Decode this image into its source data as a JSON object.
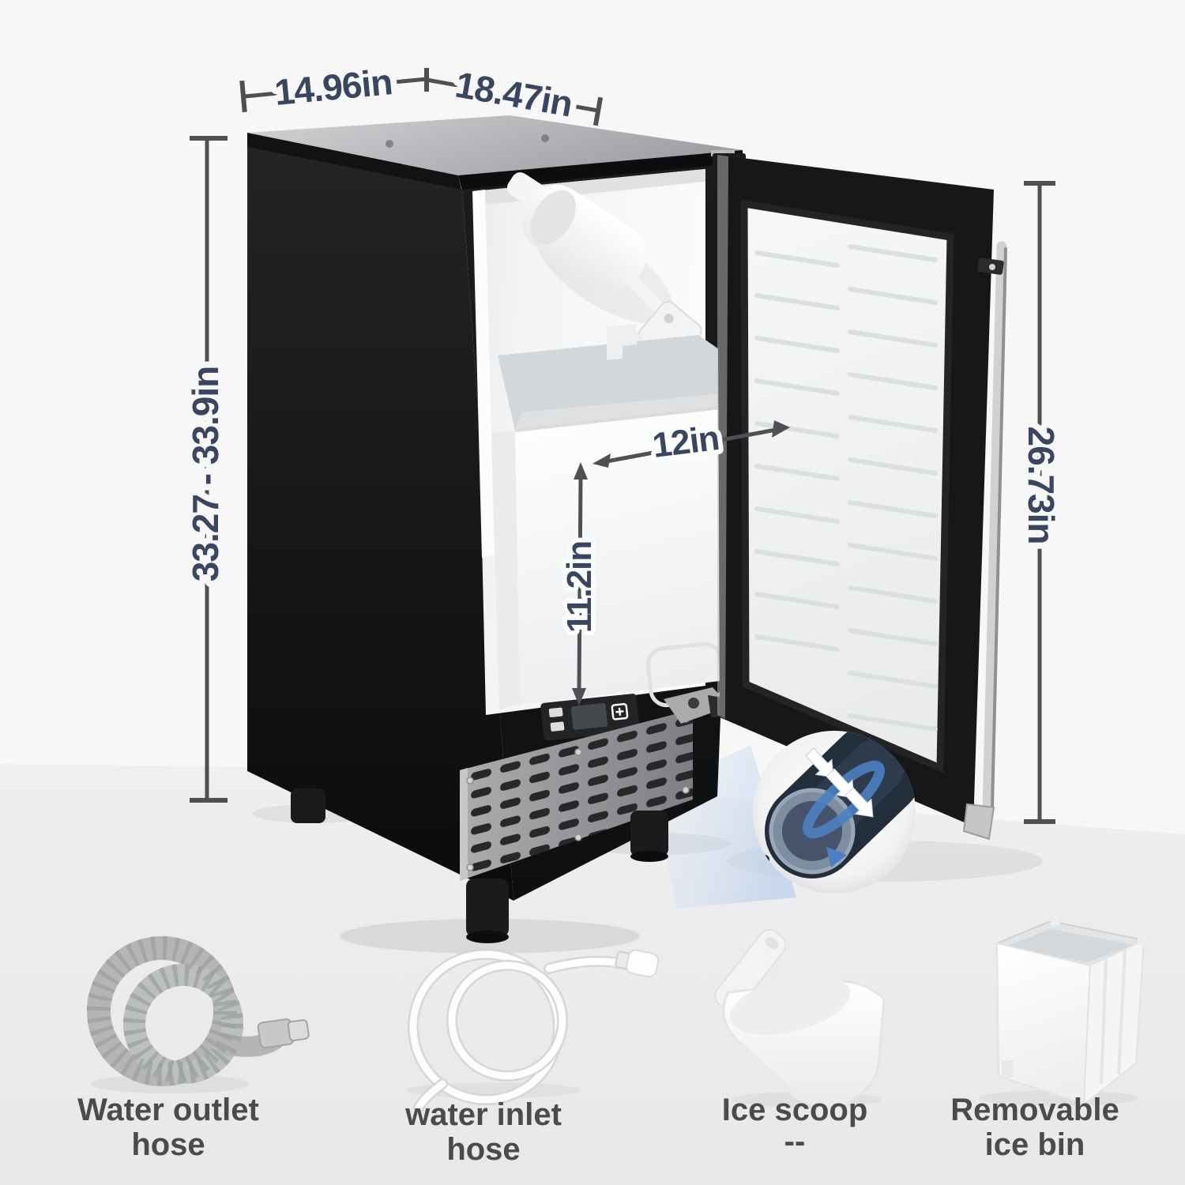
{
  "diagram": {
    "dimensions": {
      "top_width": "14.96in",
      "top_depth": "18.47in",
      "height_range": "33.27 - 33.9in",
      "door_height": "26.73in",
      "ice_bin_width": "12in",
      "ice_bin_height": "11.2in"
    },
    "accessories": {
      "items": [
        {
          "name": "water-outlet-hose",
          "line1": "Water outlet",
          "line2": "hose"
        },
        {
          "name": "water-inlet-hose",
          "line1": "water inlet",
          "line2": "hose"
        },
        {
          "name": "ice-scoop",
          "line1": "Ice scoop",
          "line2": "--"
        },
        {
          "name": "removable-ice-bin",
          "line1": "Removable",
          "line2": "ice bin"
        }
      ]
    },
    "colors": {
      "dimension_text": "#3a4660",
      "dimension_line": "#4f5053",
      "label_text": "#4a4b4d",
      "cabinet_black": "#131416",
      "beam_blue": "#bcd2ee",
      "component_blue": "#4c7fc2",
      "background_wall": "#f7f7f8",
      "background_floor": "#ededee"
    }
  }
}
